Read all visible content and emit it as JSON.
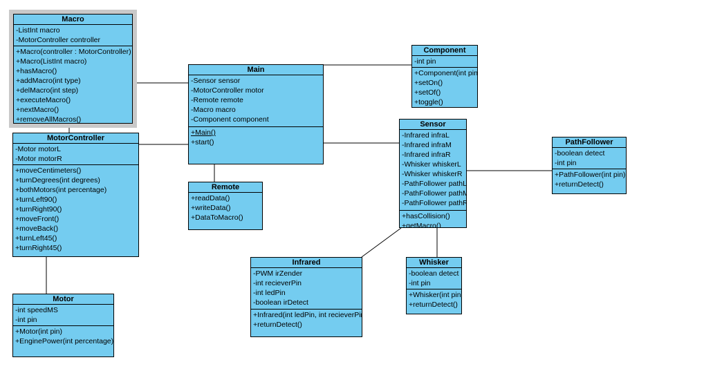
{
  "colors": {
    "class_fill": "#74CCF0",
    "border": "#000000",
    "selection_frame": "#C9C9C9",
    "background": "#FFFFFF",
    "text": "#000000"
  },
  "classes": [
    {
      "name": "Macro",
      "attributes": [
        "-ListInt macro",
        "-MotorController controller"
      ],
      "methods": [
        "+Macro(controller : MotorController)",
        "+Macro(ListInt macro)",
        "+hasMacro()",
        "+addMacro(int type)",
        "+delMacro(int step)",
        "+executeMacro()",
        "+nextMacro()",
        "+removeAllMacros()"
      ],
      "selected": true
    },
    {
      "name": "MotorController",
      "attributes": [
        "-Motor motorL",
        "-Motor motorR"
      ],
      "methods": [
        "+moveCentimeters()",
        "+turnDegrees(int degrees)",
        "+bothMotors(int percentage)",
        "+turnLeft90()",
        "+turnRight90()",
        "+moveFront()",
        "+moveBack()",
        "+turnLeft45()",
        "+turnRight45()"
      ]
    },
    {
      "name": "Motor",
      "attributes": [
        "-int speedMS",
        "-int pin"
      ],
      "methods": [
        "+Motor(int pin)",
        "+EnginePower(int percentage)"
      ]
    },
    {
      "name": "Main",
      "attributes": [
        "-Sensor sensor",
        "-MotorController motor",
        "-Remote remote",
        "-Macro macro",
        "-Component component"
      ],
      "methods": [
        "+Main()",
        "+start()"
      ]
    },
    {
      "name": "Remote",
      "attributes": [],
      "methods": [
        "+readData()",
        "+writeData()",
        "+DataToMacro()"
      ]
    },
    {
      "name": "Component",
      "attributes": [
        "-int pin"
      ],
      "methods": [
        "+Component(int pin)",
        "+setOn()",
        "+setOf()",
        "+toggle()"
      ]
    },
    {
      "name": "Sensor",
      "attributes": [
        "-Infrared infraL",
        "-Infrared infraM",
        "-Infrared infraR",
        "-Whisker whiskerL",
        "-Whisker whiskerR",
        "-PathFollower pathL",
        "-PathFollower pathM",
        "-PathFollower pathR"
      ],
      "methods": [
        "+hasCollision()",
        "+getMacro()"
      ]
    },
    {
      "name": "PathFollower",
      "attributes": [
        "-boolean detect",
        "-int pin"
      ],
      "methods": [
        "+PathFollower(int pin)",
        "+returnDetect()"
      ]
    },
    {
      "name": "Infrared",
      "attributes": [
        "-PWM irZender",
        "-int recieverPin",
        "-int ledPin",
        "-boolean irDetect"
      ],
      "methods": [
        "+Infrared(int ledPin, int recieverPin)",
        "+returnDetect()"
      ]
    },
    {
      "name": "Whisker",
      "attributes": [
        "-boolean detect",
        "-int pin"
      ],
      "methods": [
        "+Whisker(int pin)",
        "+returnDetect()"
      ]
    }
  ]
}
